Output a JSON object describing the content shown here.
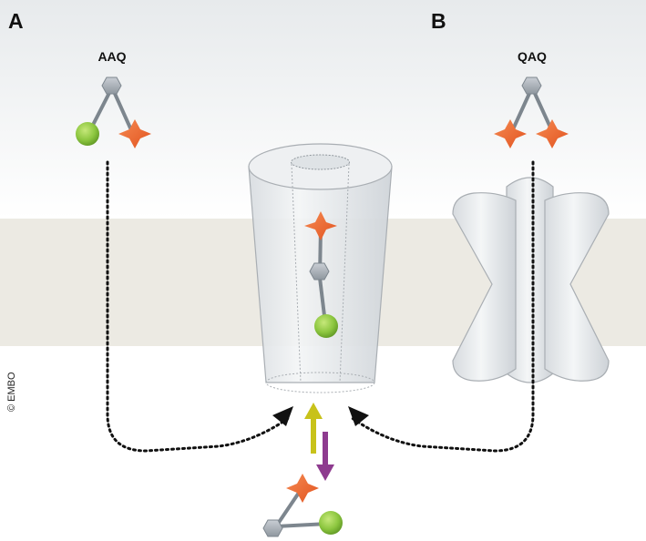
{
  "panels": {
    "a": {
      "letter": "A",
      "molecule": "AAQ"
    },
    "b": {
      "letter": "B",
      "molecule": "QAQ"
    }
  },
  "copyright": "© EMBO",
  "colors": {
    "background_top": "#e9ecee",
    "membrane": "#eceae3",
    "channel_fill": "#e4e7ea",
    "channel_stroke": "#a9aeb3",
    "hexagon": "#a9b0b8",
    "green_ball": "#8cc63f",
    "orange_star": "#ef6a35",
    "dotted_arrow": "#111111",
    "up_arrow": "#c8c21a",
    "down_arrow": "#8e3b8f"
  }
}
